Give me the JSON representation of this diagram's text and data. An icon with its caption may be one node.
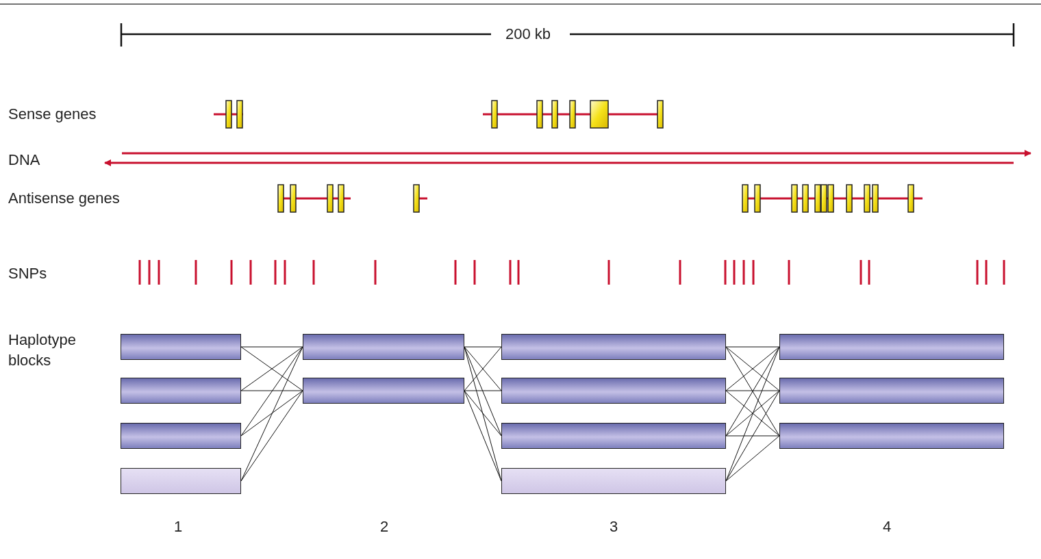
{
  "diagram": {
    "nodes": [
      {
        "text": [],
        "shape": "bar"
      },
      {
        "text": [],
        "shape": "bar"
      },
      {
        "text": [],
        "shape": "bar"
      },
      {
        "text": [],
        "shape": "bar"
      },
      {
        "text": [],
        "shape": "bar"
      },
      {
        "text": [],
        "shape": "bar"
      },
      {
        "text": [],
        "shape": "bar"
      },
      {
        "text": [],
        "shape": "bar"
      },
      {
        "text": [],
        "shape": "bar"
      },
      {
        "text": [],
        "shape": "bar"
      },
      {
        "text": [],
        "shape": "bar"
      },
      {
        "text": [],
        "shape": "bar"
      },
      {
        "text": [],
        "shape": "bar"
      }
    ],
    "edges": [
      {
        "from": 0,
        "to": 4,
        "arrow": "none"
      },
      {
        "from": 0,
        "to": 5,
        "arrow": "none"
      },
      {
        "from": 1,
        "to": 4,
        "arrow": "none"
      },
      {
        "from": 1,
        "to": 5,
        "arrow": "none"
      },
      {
        "from": 2,
        "to": 4,
        "arrow": "none"
      },
      {
        "from": 2,
        "to": 5,
        "arrow": "none"
      },
      {
        "from": 3,
        "to": 4,
        "arrow": "none"
      },
      {
        "from": 3,
        "to": 5,
        "arrow": "none"
      },
      {
        "from": 4,
        "to": 6,
        "arrow": "none"
      },
      {
        "from": 4,
        "to": 7,
        "arrow": "none"
      },
      {
        "from": 4,
        "to": 8,
        "arrow": "none"
      },
      {
        "from": 4,
        "to": 9,
        "arrow": "none"
      },
      {
        "from": 5,
        "to": 6,
        "arrow": "none"
      },
      {
        "from": 5,
        "to": 7,
        "arrow": "none"
      },
      {
        "from": 5,
        "to": 8,
        "arrow": "none"
      },
      {
        "from": 5,
        "to": 9,
        "arrow": "none"
      },
      {
        "from": 6,
        "to": 10,
        "arrow": "none"
      },
      {
        "from": 6,
        "to": 11,
        "arrow": "none"
      },
      {
        "from": 6,
        "to": 12,
        "arrow": "none"
      },
      {
        "from": 7,
        "to": 10,
        "arrow": "none"
      },
      {
        "from": 7,
        "to": 11,
        "arrow": "none"
      },
      {
        "from": 7,
        "to": 12,
        "arrow": "none"
      },
      {
        "from": 8,
        "to": 10,
        "arrow": "none"
      },
      {
        "from": 8,
        "to": 11,
        "arrow": "none"
      },
      {
        "from": 8,
        "to": 12,
        "arrow": "none"
      },
      {
        "from": 9,
        "to": 10,
        "arrow": "none"
      },
      {
        "from": 9,
        "to": 11,
        "arrow": "none"
      },
      {
        "from": 9,
        "to": 12,
        "arrow": "none"
      }
    ],
    "labels": [
      "200 kb",
      "Sense genes",
      "DNA",
      "Antisense genes",
      "SNPs",
      "Haplotype blocks",
      "1",
      "2",
      "3",
      "4"
    ]
  }
}
